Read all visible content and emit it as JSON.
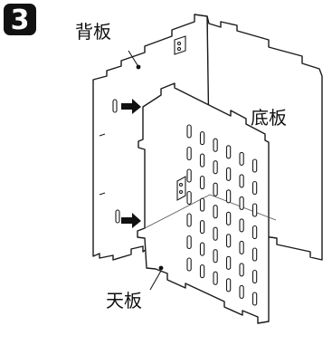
{
  "step": {
    "number": "3"
  },
  "labels": {
    "back_board": "背板",
    "bottom_board": "底板",
    "top_board": "天板"
  },
  "colors": {
    "ink": "#1a1a1a",
    "badge": "#111111",
    "paper": "#ffffff"
  },
  "icons": {
    "insert_arrow": "arrow-right-icon"
  }
}
